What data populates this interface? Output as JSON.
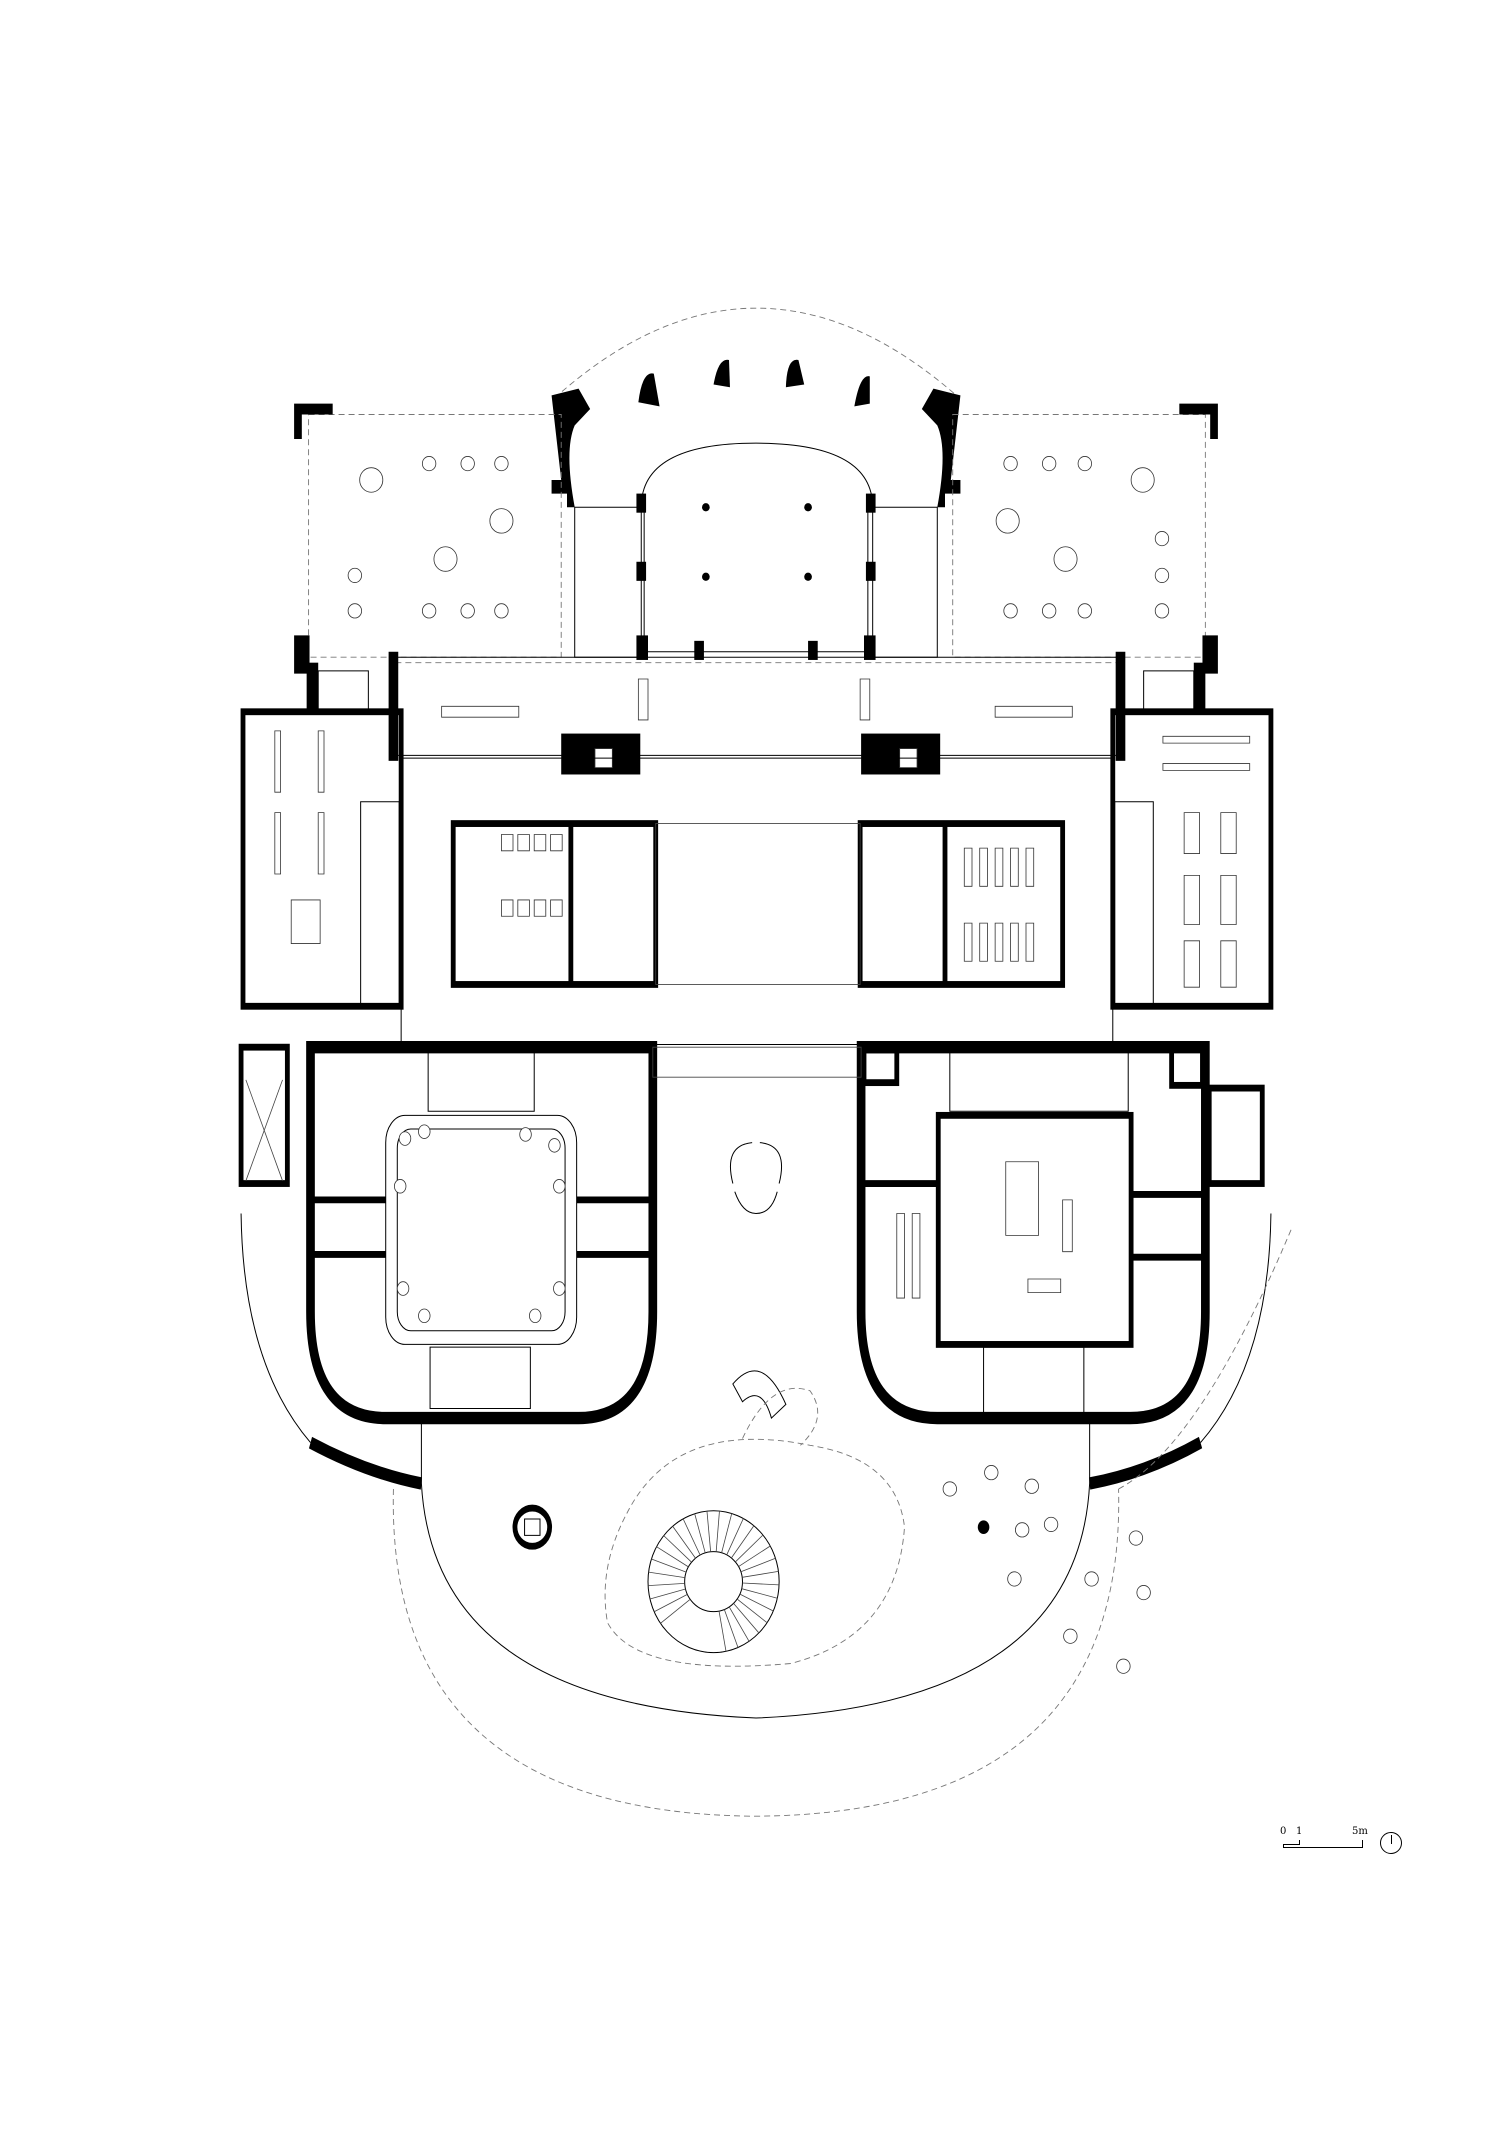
{
  "drawing": {
    "scale_bar": {
      "labels": [
        "0",
        "1",
        "5m"
      ]
    },
    "north_arrow": {
      "icon": "north-arrow-icon"
    },
    "colors": {
      "wall": "#000000",
      "line": "#444444",
      "background": "#ffffff"
    }
  }
}
